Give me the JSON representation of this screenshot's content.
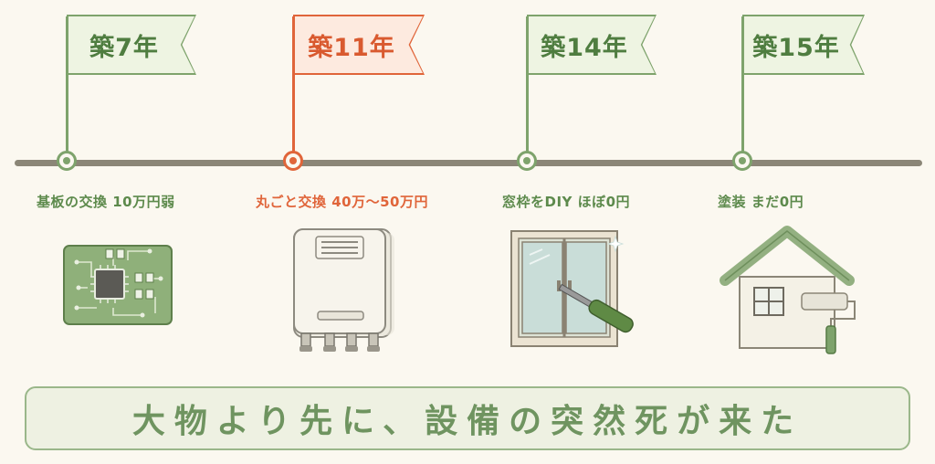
{
  "colors": {
    "green": "#7ea36c",
    "green_text": "#5d8a4c",
    "green_fill": "#eef4e2",
    "orange": "#e0653a",
    "orange_fill": "#fdeadf",
    "line": "#8b8677"
  },
  "milestones": [
    {
      "flag": "築7年",
      "caption": "基板の交換 10万円弱",
      "accent": "green",
      "icon": "circuit-board-icon"
    },
    {
      "flag": "築11年",
      "caption": "丸ごと交換 40万〜50万円",
      "accent": "orange",
      "icon": "water-heater-icon"
    },
    {
      "flag": "築14年",
      "caption": "窓枠をDIY ほぼ0円",
      "accent": "green",
      "icon": "window-screwdriver-icon"
    },
    {
      "flag": "築15年",
      "caption": "塗装 まだ0円",
      "accent": "green",
      "icon": "house-paint-roller-icon"
    }
  ],
  "banner": {
    "text": "大物より先に、設備の突然死が来た"
  }
}
